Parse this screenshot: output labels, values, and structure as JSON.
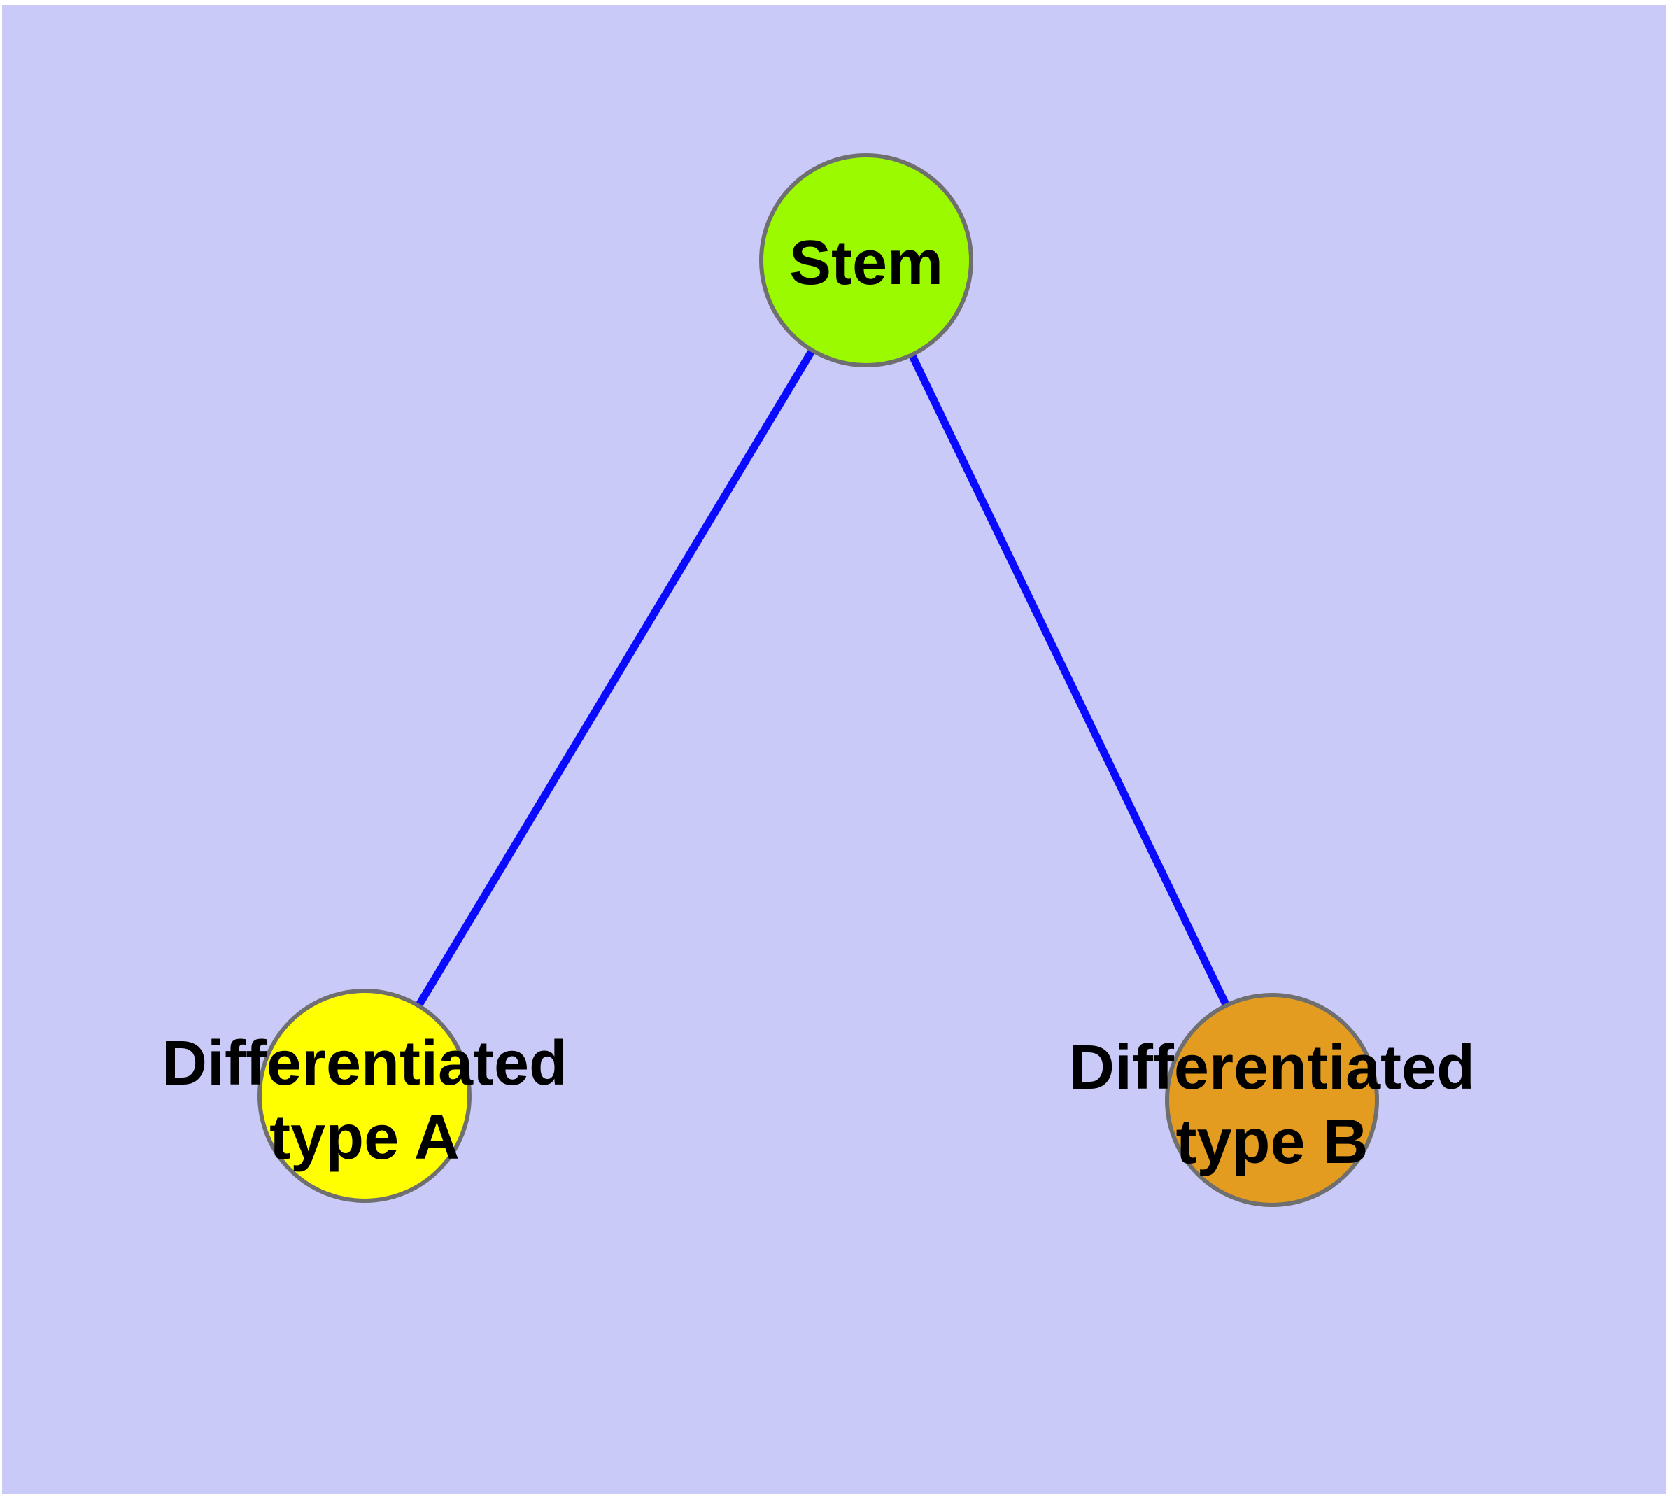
{
  "canvas": {
    "background_color": "#CACAF8",
    "frame_color": "#FFFFFF"
  },
  "graph": {
    "type": "node-link-diagram",
    "edge_color": "#0A0AFF",
    "node_border_color": "#6F6F6F",
    "label_color": "#000000",
    "nodes": [
      {
        "id": "stem",
        "label": "Stem",
        "fill": "#9BFA00"
      },
      {
        "id": "differentiated-type-a",
        "label_lines": [
          "Differentiated",
          "type A"
        ],
        "fill": "#FFFF00"
      },
      {
        "id": "differentiated-type-b",
        "label_lines": [
          "Differentiated",
          "type B"
        ],
        "fill": "#E49C20"
      }
    ],
    "edges": [
      {
        "from": "stem",
        "to": "differentiated-type-a"
      },
      {
        "from": "stem",
        "to": "differentiated-type-b"
      }
    ]
  }
}
